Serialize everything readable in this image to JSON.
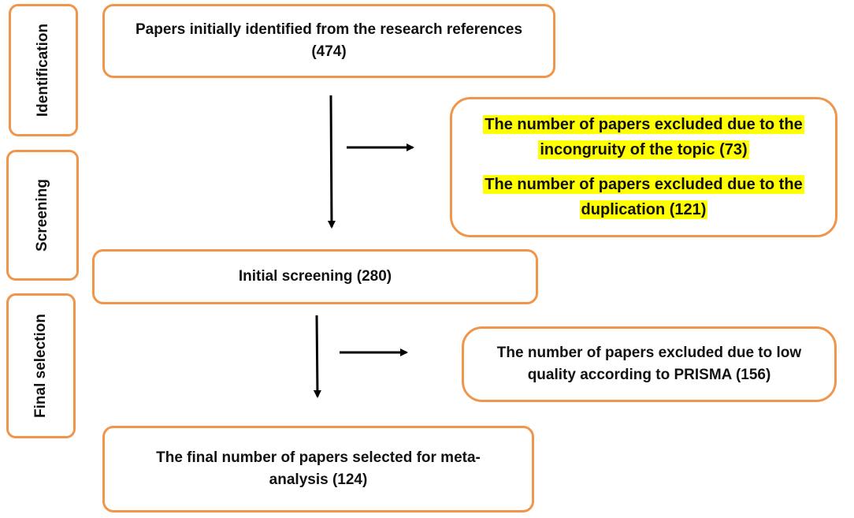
{
  "stages": {
    "identification": "Identification",
    "screening": "Screening",
    "final_selection": "Final selection"
  },
  "boxes": {
    "initial_identified": {
      "line1": "Papers initially identified from the research references",
      "line2": "(474)"
    },
    "excluded_topic": {
      "line1": "The number of papers excluded due to the",
      "line2": "incongruity of the topic (73)"
    },
    "excluded_duplication": {
      "line1": "The number of papers excluded due to the",
      "line2": "duplication (121)"
    },
    "initial_screening": {
      "text": "Initial screening (280)"
    },
    "excluded_quality": {
      "line1": "The number of papers excluded due to low",
      "line2": "quality according to PRISMA (156)"
    },
    "final_selected": {
      "line1": "The final number of papers selected for meta-",
      "line2": "analysis (124)"
    }
  },
  "colors": {
    "box_border": "#f0954a",
    "highlight": "#ffff00",
    "text": "#111111",
    "arrow": "#000000"
  }
}
